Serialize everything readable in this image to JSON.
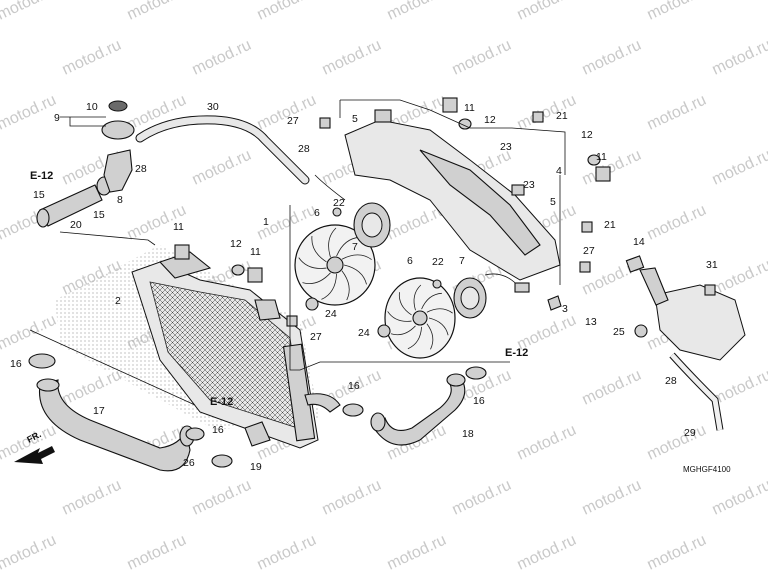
{
  "watermark": "motod.ru",
  "diagram_code": "MGHGF4100",
  "front_label": "FR.",
  "ref_labels": [
    "E-12",
    "E-12",
    "E-12"
  ],
  "callouts": [
    "1",
    "2",
    "3",
    "4",
    "5",
    "5",
    "6",
    "6",
    "7",
    "7",
    "8",
    "9",
    "10",
    "11",
    "11",
    "11",
    "11",
    "12",
    "12",
    "12",
    "13",
    "14",
    "15",
    "15",
    "16",
    "16",
    "16",
    "16",
    "17",
    "18",
    "19",
    "20",
    "21",
    "21",
    "22",
    "22",
    "23",
    "23",
    "24",
    "24",
    "25",
    "26",
    "27",
    "27",
    "27",
    "28",
    "28",
    "29",
    "30",
    "31"
  ]
}
